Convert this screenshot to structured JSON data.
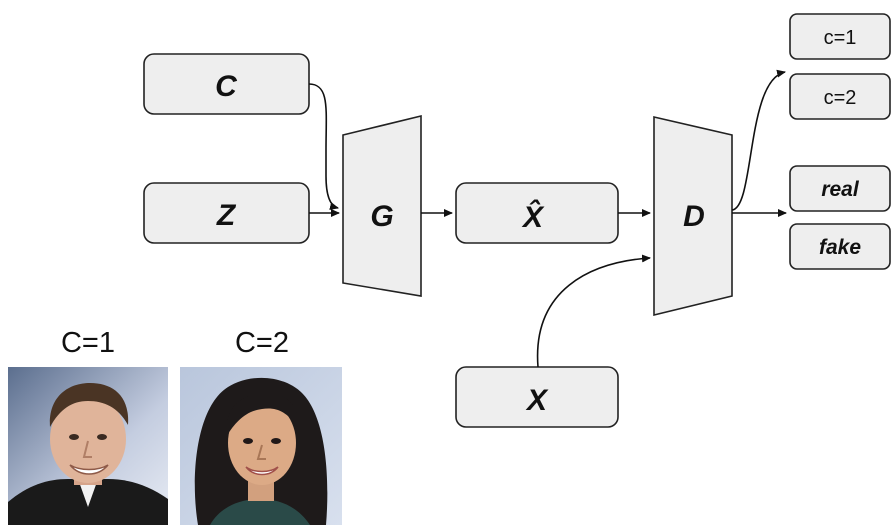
{
  "nodes": {
    "c_input": "C",
    "z_input": "Z",
    "generator": "G",
    "x_hat": "X̂",
    "discriminator": "D",
    "x_real": "X",
    "out_c1": "c=1",
    "out_c2": "c=2",
    "out_real": "real",
    "out_fake": "fake"
  },
  "examples": {
    "label_c1": "C=1",
    "label_c2": "C=2"
  },
  "colors": {
    "box_fill": "#eeeeee",
    "stroke": "#222222"
  }
}
